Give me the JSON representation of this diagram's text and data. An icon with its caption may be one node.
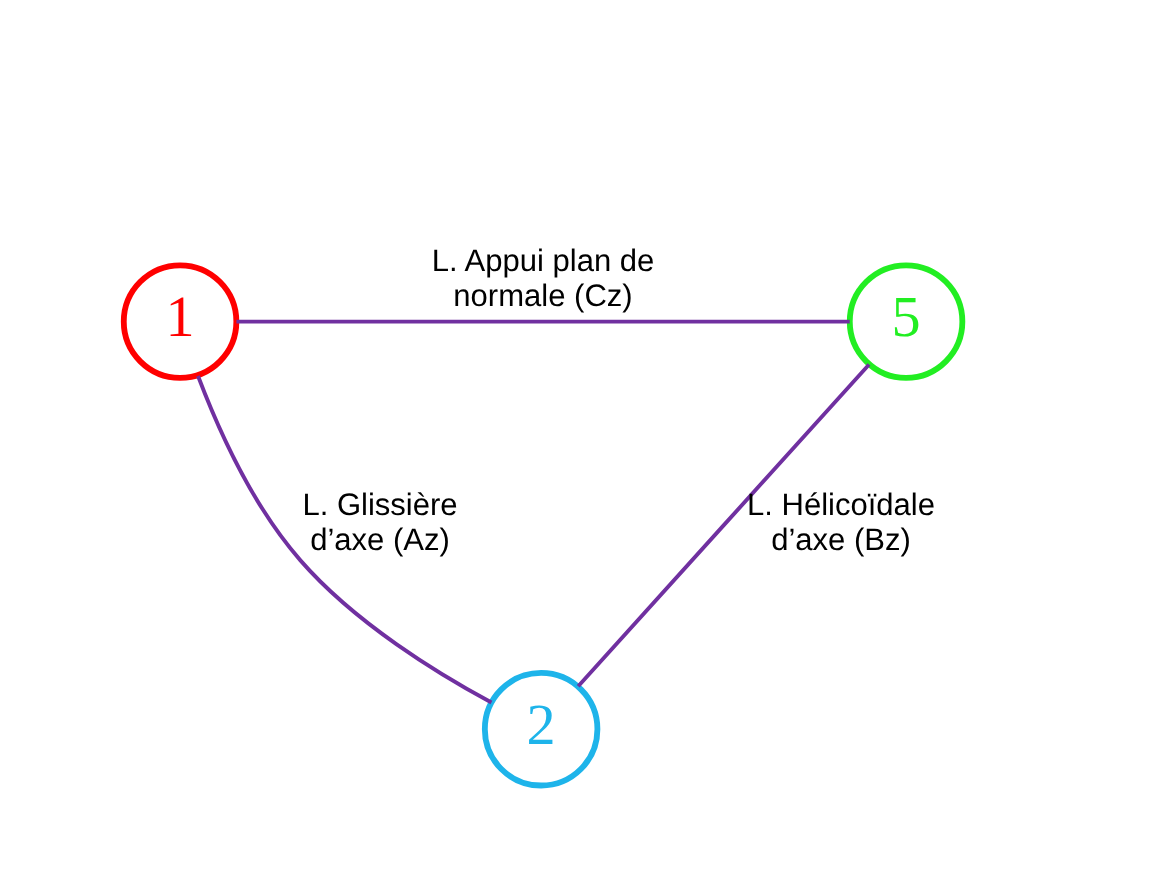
{
  "diagram": {
    "nodes": [
      {
        "text": [
          "1"
        ]
      },
      {
        "text": [
          "5"
        ]
      },
      {
        "text": [
          "2"
        ]
      }
    ],
    "edges": [
      {
        "from": 0,
        "to": 1,
        "arrow": "none",
        "label": "L. Appui plan de normale (Cz)"
      },
      {
        "from": 0,
        "to": 2,
        "arrow": "none",
        "label": "L. Glissière d’axe (Az)"
      },
      {
        "from": 1,
        "to": 2,
        "arrow": "none",
        "label": "L. Hélicoïdale d’axe (Bz)"
      }
    ]
  }
}
